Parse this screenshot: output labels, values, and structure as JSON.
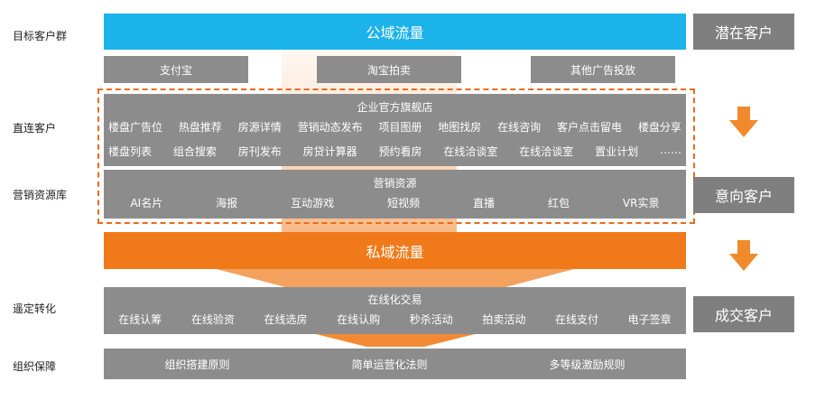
{
  "row_labels": {
    "target": "目标客户群",
    "direct": "直连客户",
    "resource": "营销资源库",
    "convert": "遥定转化",
    "org": "组织保障"
  },
  "public_traffic": "公域流量",
  "sources": [
    "支付宝",
    "淘宝拍卖",
    "其他广告投放"
  ],
  "store": {
    "title": "企业官方旗舰店",
    "row1": [
      "楼盘广告位",
      "热盘推荐",
      "房源详情",
      "营销动态发布",
      "项目图册",
      "地图找房",
      "在线咨询",
      "客户点击留电",
      "楼盘分享"
    ],
    "row2": [
      "楼盘列表",
      "组合搜索",
      "房刊发布",
      "房贷计算器",
      "预约看房",
      "在线洽谈室",
      "在线洽谈室",
      "置业计划",
      "……"
    ]
  },
  "resources": {
    "title": "营销资源",
    "items": [
      "AI名片",
      "海报",
      "互动游戏",
      "短视频",
      "直播",
      "红包",
      "VR实景"
    ]
  },
  "private_traffic": "私域流量",
  "transaction": {
    "title": "在线化交易",
    "items": [
      "在线认筹",
      "在线验资",
      "在线选房",
      "在线认购",
      "秒杀活动",
      "拍卖活动",
      "在线支付",
      "电子签章"
    ]
  },
  "org_items": [
    "组织搭建原则",
    "简单运营化法则",
    "多等级激励规则"
  ],
  "stages": [
    "潜在客户",
    "意向客户",
    "成交客户"
  ],
  "colors": {
    "public": "#1cb2ea",
    "private": "#f07a1a",
    "panel": "#8c8c8c",
    "stage": "#7f7f7f",
    "dashed": "#e86c1c",
    "arrow": "#f08a2c"
  }
}
